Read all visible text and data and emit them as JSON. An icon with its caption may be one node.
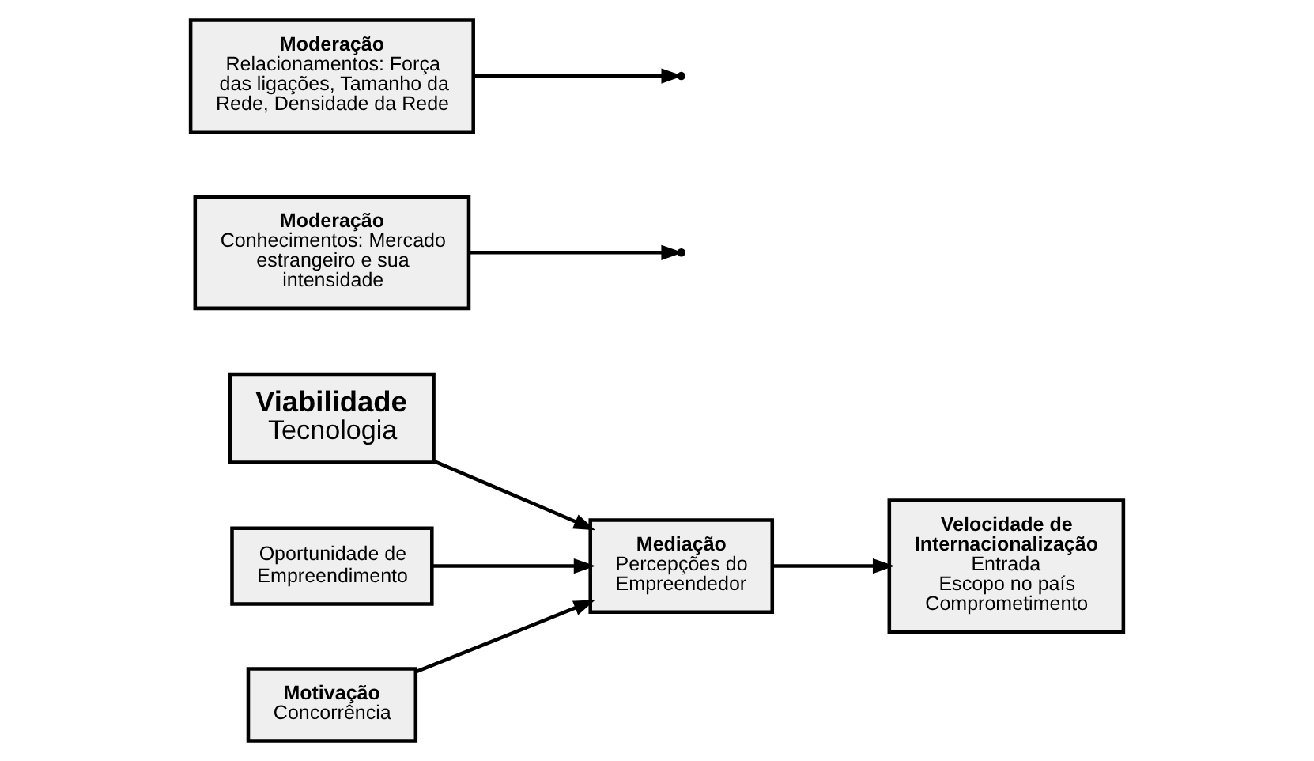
{
  "diagram": {
    "nodes": [
      {
        "text": [
          "Viabilidade",
          "Tecnologia"
        ]
      },
      {
        "text": [
          "Moderação",
          "Conhecimentos: Mercado estrangeiro e sua intensidade"
        ]
      },
      {
        "text": [
          "Oportunidade de Empreendimento"
        ]
      },
      {
        "text": [
          "Mediação",
          "Percepções do Empreendedor"
        ]
      },
      {
        "text": [
          "Velocidade de Internacionalização",
          "Entrada",
          "Escopo no país",
          "Comprometimento"
        ]
      },
      {
        "text": [
          "Motivação",
          "Concorrência"
        ]
      },
      {
        "text": [
          "Moderação",
          "Relacionamentos: Força das ligações, Tamanho da Rede, Densidade da Rede"
        ]
      }
    ],
    "edges": [
      {
        "from": 0,
        "to": 3,
        "arrow": "to"
      },
      {
        "from": 2,
        "to": 3,
        "arrow": "to"
      },
      {
        "from": 5,
        "to": 3,
        "arrow": "to"
      },
      {
        "from": 3,
        "to": 4,
        "arrow": "to"
      },
      {
        "from": 1,
        "to": null,
        "arrow": "to"
      },
      {
        "from": 6,
        "to": null,
        "arrow": "to"
      }
    ]
  }
}
